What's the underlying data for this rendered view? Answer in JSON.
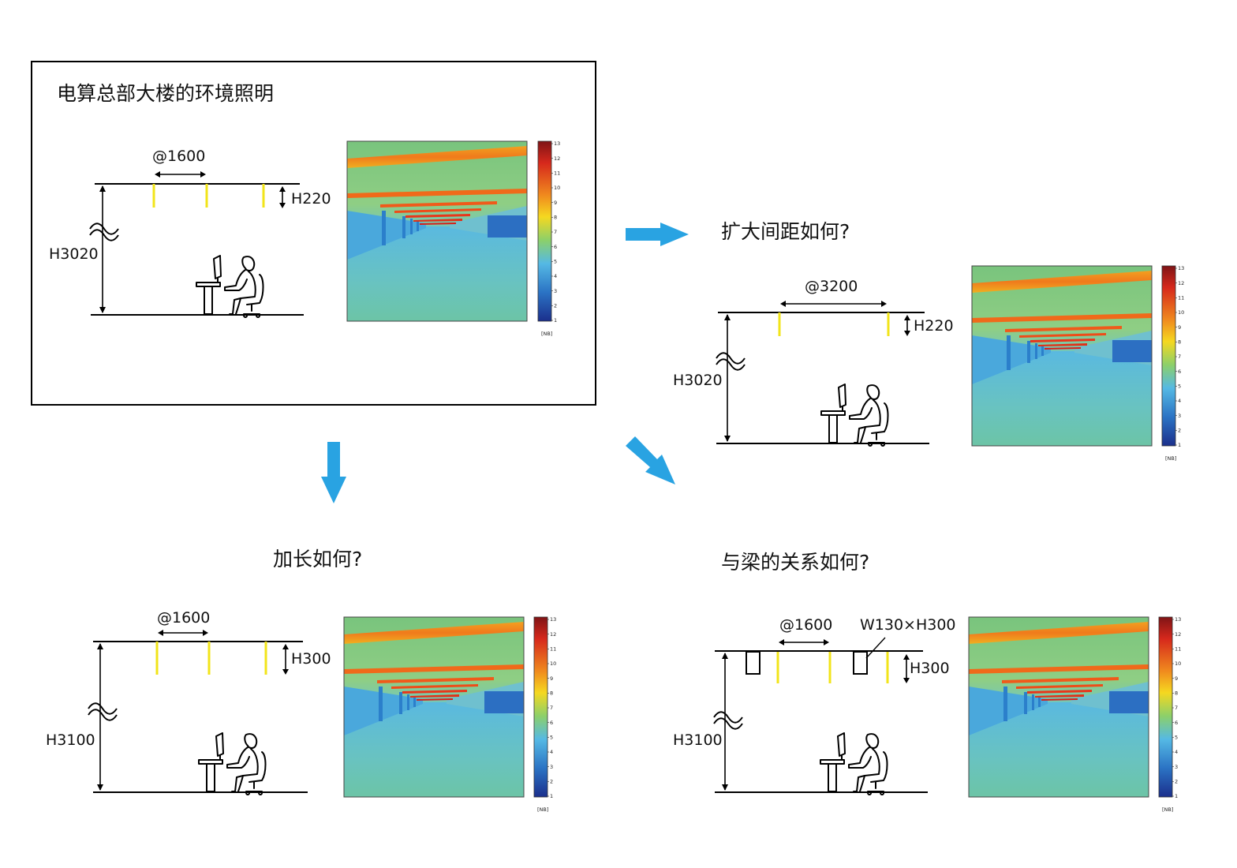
{
  "panels": {
    "main": {
      "title": "电算总部大楼的环境照明",
      "spacing": "@1600",
      "fixture_height": "H220",
      "ceiling_height": "H3020"
    },
    "wider": {
      "title": "扩大间距如何?",
      "spacing": "@3200",
      "fixture_height": "H220",
      "ceiling_height": "H3020"
    },
    "longer": {
      "title": "加长如何?",
      "spacing": "@1600",
      "fixture_height": "H300",
      "ceiling_height": "H3100"
    },
    "beam": {
      "title": "与梁的关系如何?",
      "spacing": "@1600",
      "beam_size": "W130×H300",
      "fixture_height": "H300",
      "ceiling_height": "H3100"
    }
  },
  "colorbar": {
    "ticks": [
      "13",
      "12",
      "11",
      "10",
      "9",
      "8",
      "7",
      "6",
      "5",
      "4",
      "3",
      "2",
      "1"
    ],
    "unit": "[NB]",
    "colors": [
      "#7f1416",
      "#d6281c",
      "#f08a1e",
      "#f5d820",
      "#8cd06a",
      "#55b9e4",
      "#2b73c4",
      "#1b2f8c"
    ]
  },
  "icons": {
    "arrow_right": "arrow-right-icon",
    "arrow_down": "arrow-down-icon",
    "arrow_diagonal": "arrow-down-right-icon",
    "person": "person-at-desk-icon",
    "break": "break-symbol-icon"
  },
  "arrow_color": "#29a3e2",
  "fixture_color": "#f2e41a"
}
